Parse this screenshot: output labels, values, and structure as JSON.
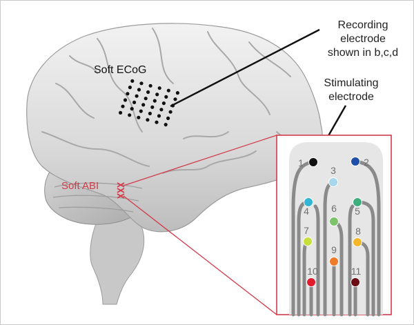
{
  "labels": {
    "recording": [
      "Recording",
      "electrode",
      "shown in b,c,d"
    ],
    "stimulating": [
      "Stimulating",
      "electrode"
    ],
    "soft_ecog": "Soft ECoG",
    "soft_abi": "Soft ABI"
  },
  "colors": {
    "accent_red": "#d23a4a",
    "leader_black": "#111111",
    "shank_gray": "#8a8a8a",
    "panel_bg": "#e6e6e6"
  },
  "electrodes": [
    {
      "number": "1",
      "color": "#111111"
    },
    {
      "number": "2",
      "color": "#1f4fa8"
    },
    {
      "number": "3",
      "color": "#a9d6ef"
    },
    {
      "number": "4",
      "color": "#33b5d6"
    },
    {
      "number": "5",
      "color": "#3fae7d"
    },
    {
      "number": "6",
      "color": "#7cc36a"
    },
    {
      "number": "7",
      "color": "#c7df3a"
    },
    {
      "number": "8",
      "color": "#f4b72a"
    },
    {
      "number": "9",
      "color": "#ee7a2a"
    },
    {
      "number": "10",
      "color": "#e21b2d"
    },
    {
      "number": "11",
      "color": "#6b0c14"
    }
  ]
}
